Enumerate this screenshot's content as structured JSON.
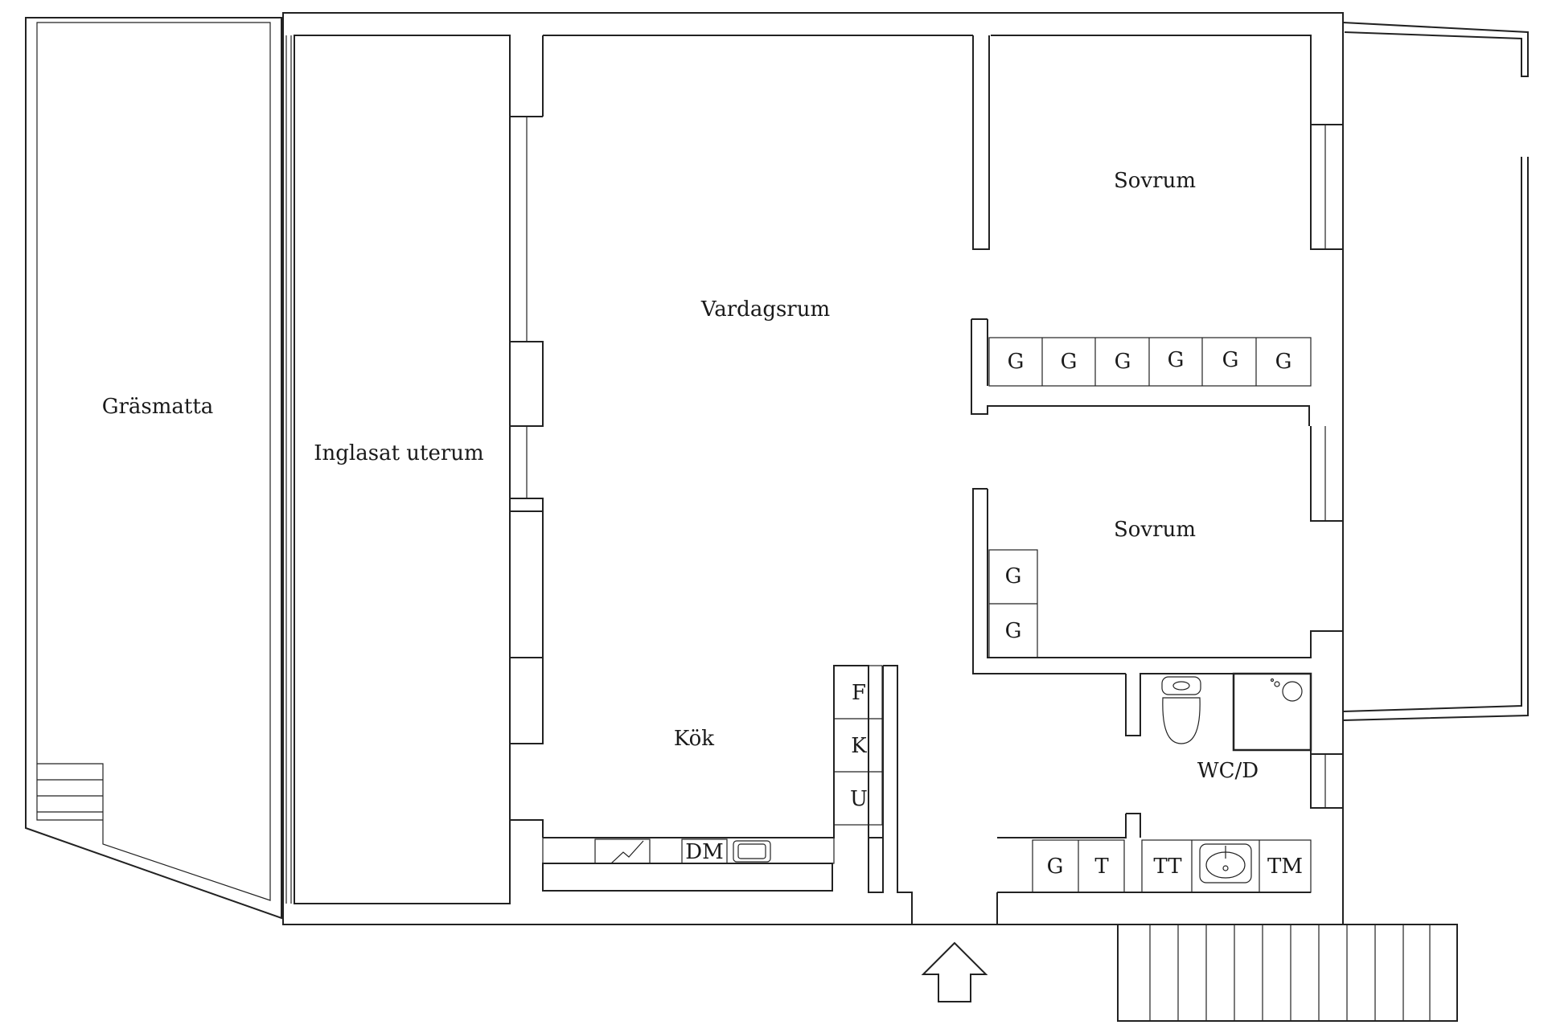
{
  "rooms": {
    "grasmatta": "Gräsmatta",
    "uterum": "Inglasat uterum",
    "vardagsrum": "Vardagsrum",
    "sovrum1": "Sovrum",
    "sovrum2": "Sovrum",
    "kok": "Kök",
    "wc": "WC/D"
  },
  "fixtures": {
    "wardrobe1": [
      "G",
      "G",
      "G",
      "G",
      "G",
      "G"
    ],
    "wardrobe2": [
      "G",
      "G"
    ],
    "kitchen_side": [
      "F",
      "K",
      "U"
    ],
    "dishwasher": "DM",
    "bath_units": [
      "G",
      "T",
      "TT",
      "TM"
    ]
  },
  "icons": {
    "entrance": "entrance-arrow-icon",
    "toilet": "toilet-icon",
    "shower": "shower-icon",
    "sink": "sink-icon",
    "stove": "stove-icon",
    "kitchen_sink": "kitchen-sink-icon"
  },
  "colors": {
    "line": "#222222",
    "background": "#ffffff"
  }
}
